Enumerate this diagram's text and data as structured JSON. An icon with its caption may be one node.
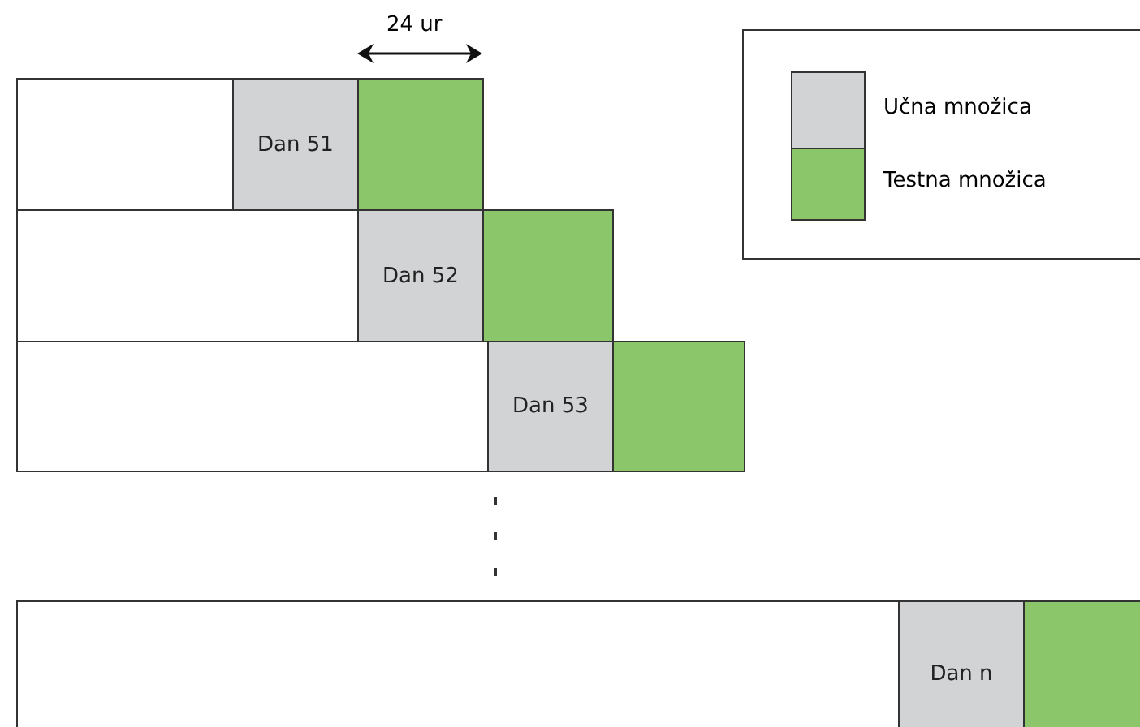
{
  "diagram": {
    "nodes": [
      {
        "text": [],
        "shape": "box"
      },
      {
        "text": [
          "Dan 51"
        ]
      },
      {
        "text": [],
        "shape": "box"
      },
      {
        "text": [],
        "shape": "box"
      },
      {
        "text": [
          "Dan 52"
        ]
      },
      {
        "text": [],
        "shape": "box"
      },
      {
        "text": [],
        "shape": "box"
      },
      {
        "text": [
          "Dan 53"
        ]
      },
      {
        "text": [],
        "shape": "box"
      },
      {
        "text": [],
        "shape": "box"
      },
      {
        "text": [
          "Dan n"
        ]
      },
      {
        "text": [],
        "shape": "box"
      }
    ],
    "edges": [],
    "labels": [
      "24 ur"
    ],
    "legend": [
      {
        "text": "Učna množica",
        "color": "#d1d3d4"
      },
      {
        "text": "Testna množica",
        "color": "#8cc66b"
      }
    ]
  }
}
